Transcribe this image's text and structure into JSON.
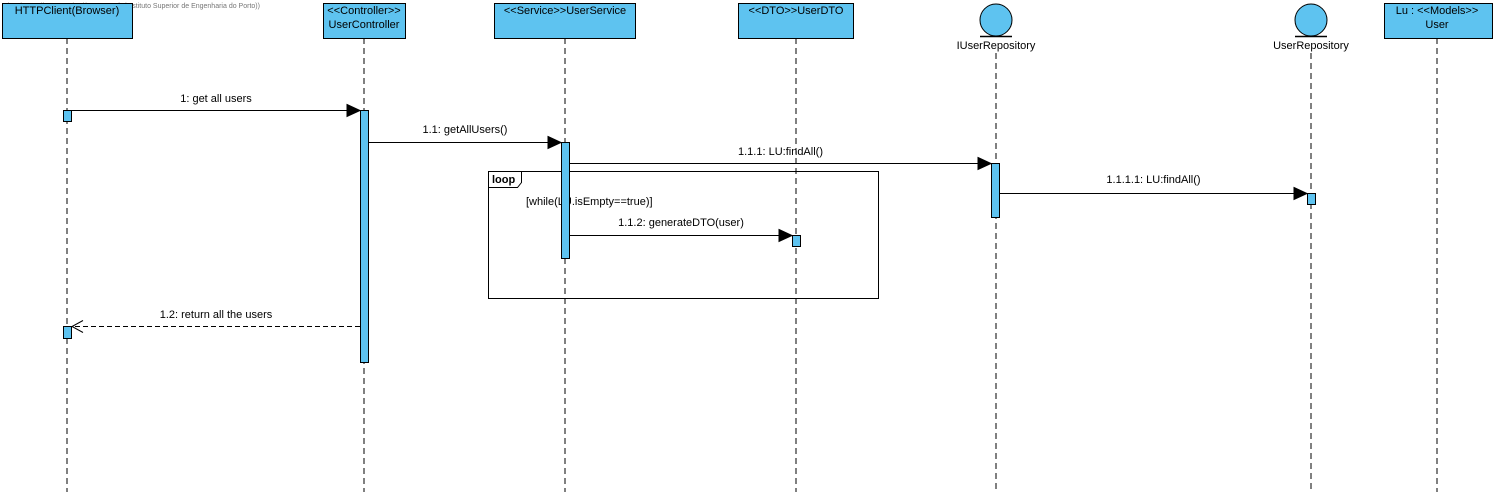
{
  "watermark": "Visual Paradigm Standard(Joao Tomás(Instituto Superior de Engenharia do Porto))",
  "colors": {
    "box_fill": "#5ec3f0",
    "activation_fill": "#5ec3f0",
    "line": "#000000",
    "frame": "#000000"
  },
  "participants": [
    {
      "id": "http",
      "lines": [
        "HTTPClient(Browser)"
      ],
      "shape": "box"
    },
    {
      "id": "controller",
      "lines": [
        "<<Controller>>",
        "UserController"
      ],
      "shape": "box"
    },
    {
      "id": "service",
      "lines": [
        "<<Service>>UserService"
      ],
      "shape": "box"
    },
    {
      "id": "dto",
      "lines": [
        "<<DTO>>UserDTO"
      ],
      "shape": "box"
    },
    {
      "id": "iuserrepo",
      "lines": [
        "IUserRepository"
      ],
      "shape": "entity",
      "icon": "entity-icon"
    },
    {
      "id": "userrepo",
      "lines": [
        "UserRepository"
      ],
      "shape": "entity",
      "icon": "entity-icon"
    },
    {
      "id": "lu",
      "lines": [
        "Lu : <<Models>>",
        "User"
      ],
      "shape": "box"
    }
  ],
  "messages": [
    {
      "label": "1: get all  users",
      "from": "http",
      "to": "controller",
      "kind": "sync"
    },
    {
      "label": "1.1: getAllUsers()",
      "from": "controller",
      "to": "service",
      "kind": "sync"
    },
    {
      "label": "1.1.1: LU:findAll()",
      "from": "service",
      "to": "iuserrepo",
      "kind": "sync"
    },
    {
      "label": "1.1.1.1: LU:findAll()",
      "from": "iuserrepo",
      "to": "userrepo",
      "kind": "sync"
    },
    {
      "label": "1.1.2: generateDTO(user)",
      "from": "service",
      "to": "dto",
      "kind": "sync"
    },
    {
      "label": "1.2: return all the users",
      "from": "controller",
      "to": "http",
      "kind": "return"
    }
  ],
  "fragment": {
    "operator": "loop",
    "guard": "[while(LU.isEmpty==true)]"
  }
}
